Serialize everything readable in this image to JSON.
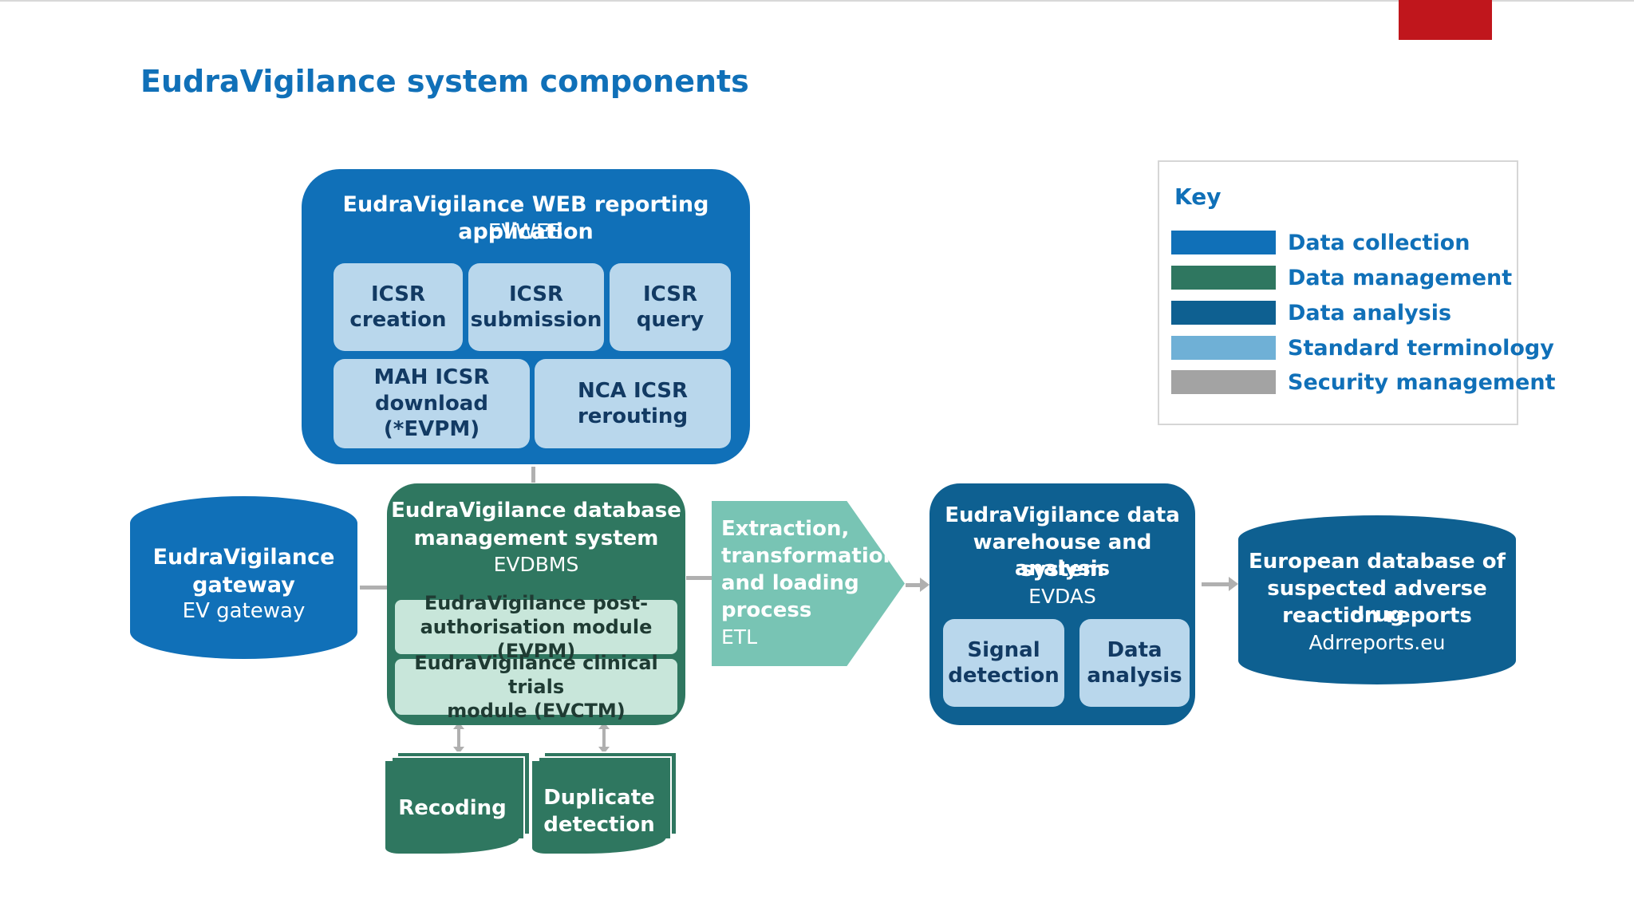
{
  "page": {
    "title": "EudraVigilance system components"
  },
  "colors": {
    "data_collection": "#1070b8",
    "data_management": "#2f7760",
    "data_analysis": "#0e6091",
    "standard_terminology": "#6fb0d6",
    "security_management": "#a3a3a3",
    "etl": "#78c4b4",
    "accent_red": "#c0161c"
  },
  "evweb": {
    "title": "EudraVigilance WEB reporting application",
    "acronym": "EVWEB",
    "modules": [
      {
        "line1": "ICSR",
        "line2": "creation"
      },
      {
        "line1": "ICSR",
        "line2": "submission"
      },
      {
        "line1": "ICSR",
        "line2": "query"
      },
      {
        "line1": "MAH ICSR",
        "line2": "download (*EVPM)"
      },
      {
        "line1": "NCA ICSR",
        "line2": "rerouting"
      }
    ]
  },
  "gateway": {
    "title_line1": "EudraVigilance",
    "title_line2": "gateway",
    "acronym": "EV gateway"
  },
  "evdbms": {
    "title_line1": "EudraVigilance database",
    "title_line2": "management system",
    "acronym": "EVDBMS",
    "modules": [
      {
        "line1": "EudraVigilance post-",
        "line2": "authorisation module (EVPM)"
      },
      {
        "line1": "EudraVigilance clinical trials",
        "line2": "module (EVCTM)"
      }
    ]
  },
  "etl": {
    "line1": "Extraction,",
    "line2": "transformation",
    "line3": "and loading",
    "line4": "process",
    "acronym": "ETL"
  },
  "evdas": {
    "title_line1": "EudraVigilance data",
    "title_line2": "warehouse and analysis",
    "title_line3": "system",
    "acronym": "EVDAS",
    "modules": [
      {
        "line1": "Signal",
        "line2": "detection"
      },
      {
        "line1": "Data",
        "line2": "analysis"
      }
    ]
  },
  "adrreports": {
    "line1": "European database of",
    "line2": "suspected adverse drug",
    "line3": "reaction reports",
    "acronym": "Adrreports.eu"
  },
  "docs": {
    "recoding": "Recoding",
    "duplicate_line1": "Duplicate",
    "duplicate_line2": "detection"
  },
  "key": {
    "title": "Key",
    "items": [
      {
        "label": "Data collection",
        "color": "#1070b8"
      },
      {
        "label": "Data management",
        "color": "#2f7760"
      },
      {
        "label": "Data analysis",
        "color": "#0e6091"
      },
      {
        "label": "Standard terminology",
        "color": "#6fb0d6"
      },
      {
        "label": "Security management",
        "color": "#a3a3a3"
      }
    ]
  }
}
